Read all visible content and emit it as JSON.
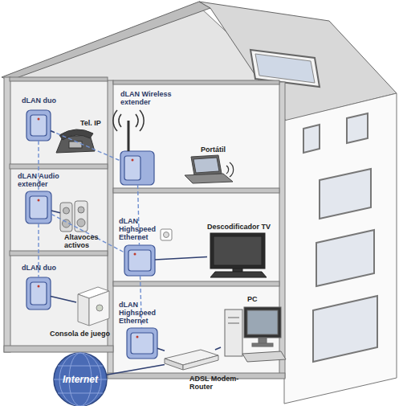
{
  "diagram": {
    "nodes": [
      {
        "text": [
          "dLAN duo"
        ]
      },
      {
        "text": [
          "Tel. IP"
        ]
      },
      {
        "text": [
          "dLAN Wireless extender"
        ]
      },
      {
        "text": [
          "Portátil"
        ]
      },
      {
        "text": [
          "dLAN Audio extender"
        ]
      },
      {
        "text": [
          "Altavoces activos"
        ]
      },
      {
        "text": [
          "dLAN Highspeed Ethernet"
        ]
      },
      {
        "text": [
          "Descodificador TV"
        ]
      },
      {
        "text": [
          "dLAN duo"
        ]
      },
      {
        "text": [
          "Consola de juego"
        ]
      },
      {
        "text": [
          "dLAN Highspeed Ethernet"
        ]
      },
      {
        "text": [
          "PC"
        ]
      },
      {
        "text": [
          "ADSL Modem-Router"
        ]
      },
      {
        "text": [
          "Internet"
        ]
      }
    ],
    "edges": [
      {
        "from": 0,
        "to": 2,
        "arrow": "none"
      },
      {
        "from": 0,
        "to": 4,
        "arrow": "none"
      },
      {
        "from": 4,
        "to": 8,
        "arrow": "none"
      },
      {
        "from": 2,
        "to": 6,
        "arrow": "none"
      },
      {
        "from": 6,
        "to": 10,
        "arrow": "none"
      },
      {
        "from": 4,
        "to": 6,
        "arrow": "none"
      },
      {
        "from": 0,
        "to": 1,
        "arrow": "none"
      },
      {
        "from": 4,
        "to": 5,
        "arrow": "none"
      },
      {
        "from": 6,
        "to": 7,
        "arrow": "none"
      },
      {
        "from": 8,
        "to": 9,
        "arrow": "none"
      },
      {
        "from": 10,
        "to": 12,
        "arrow": "none"
      },
      {
        "from": 12,
        "to": 11,
        "arrow": "none"
      },
      {
        "from": 12,
        "to": 13,
        "arrow": "none"
      }
    ]
  }
}
